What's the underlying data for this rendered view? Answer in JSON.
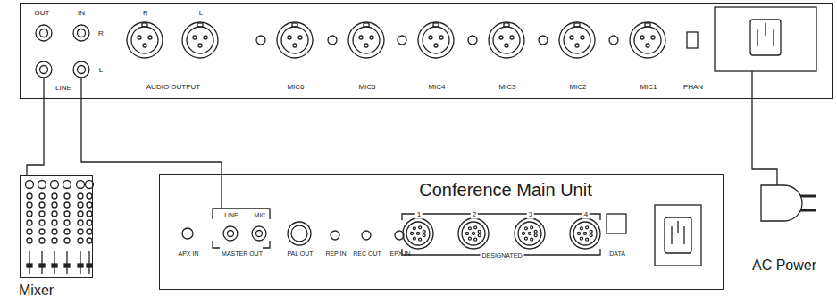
{
  "diagram": {
    "nodes": [
      {
        "text": [
          "OUT",
          "IN",
          "R",
          "LINE",
          "L",
          "AUDIO OUTPUT",
          "R",
          "L",
          "MIC6",
          "MIC5",
          "MIC4",
          "MIC3",
          "MIC2",
          "MIC1",
          "PHAN"
        ]
      },
      {
        "text": [
          "Mixer"
        ]
      },
      {
        "text": [
          "Conference Main Unit",
          "APX IN",
          "LINE",
          "MIC",
          "MASTER OUT",
          "PAL OUT",
          "REP IN",
          "REC OUT",
          "EPX IN",
          "1",
          "2",
          "3",
          "4",
          "DESIGNATED",
          "DATA"
        ]
      }
    ],
    "edges": [
      {
        "from": 0,
        "to": 1,
        "arrow": "none"
      },
      {
        "from": 0,
        "to": 2,
        "arrow": "none"
      }
    ],
    "labels": [
      "AC Power"
    ]
  }
}
